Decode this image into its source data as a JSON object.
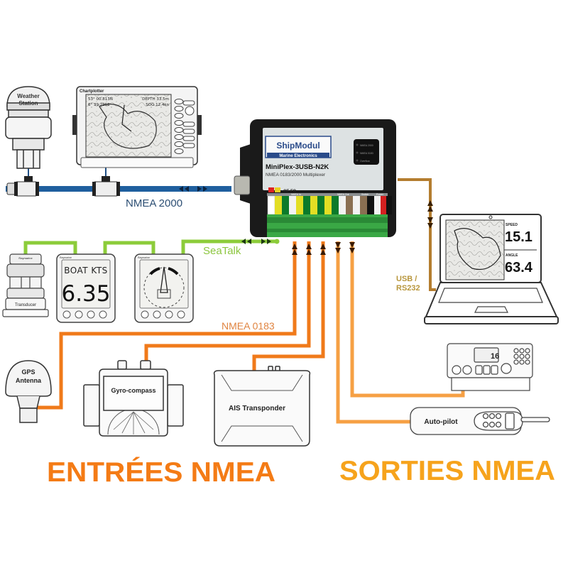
{
  "colors": {
    "nmea2000": "#1f5f9e",
    "nmea2000_text": "#2d4f74",
    "seatalk": "#8ccc3a",
    "seatalk_text": "#8cc63f",
    "nmea0183_in": "#f07a1a",
    "nmea0183_out": "#f6a044",
    "usb": "#b47d2f",
    "usb_text": "#b8963c",
    "title_in": "#f47b15",
    "title_out": "#f6a31c",
    "device_outline": "#333333",
    "brand_blue": "#2a4b8a"
  },
  "buses": {
    "nmea2000": "NMEA 2000",
    "seatalk": "SeaTalk",
    "nmea0183": "NMEA 0183",
    "usb": [
      "USB /",
      "RS232"
    ]
  },
  "devices": {
    "weather_station": [
      "Weather",
      "Station"
    ],
    "chartplotter": {
      "title": "Chartplotter",
      "readout_lat": "53° 00.813N",
      "readout_lon": "6° 39.295E",
      "readout_depth": "DEPTH  33.5m",
      "readout_sog": "SOG  12.4kn"
    },
    "transducer": {
      "brand": "Raymarine",
      "label": "Transducer"
    },
    "speed_display": {
      "brand": "Raymarine",
      "top": "BOAT KTS",
      "value": "6.35"
    },
    "wind_display": {
      "brand": "Raymarine"
    },
    "multiplexer": {
      "brand": "ShipModul",
      "brand_sub": "Marine Electronics",
      "model": "MiniPlex-3USB-N2K",
      "subtitle": "NMEA 0183/2000 Multiplexer",
      "leds": [
        "NMEA 2000",
        "NMEA 0183",
        "Overflow"
      ],
      "marks": "CE  FC",
      "groups": [
        "NMEA In",
        "NMEA Out",
        "Switch",
        "Power"
      ]
    },
    "laptop": {
      "speed_label": "SPEED",
      "speed": "15.1",
      "angle_label": "ANGLE",
      "angle": "63.4"
    },
    "gps": [
      "GPS",
      "Antenna"
    ],
    "gyro": "Gyro-compass",
    "ais": "AIS Transponder",
    "vhf": {
      "channel": "16"
    },
    "autopilot": "Auto-pilot"
  },
  "titles": {
    "inputs": "ENTRÉES NMEA",
    "outputs": "SORTIES NMEA"
  }
}
